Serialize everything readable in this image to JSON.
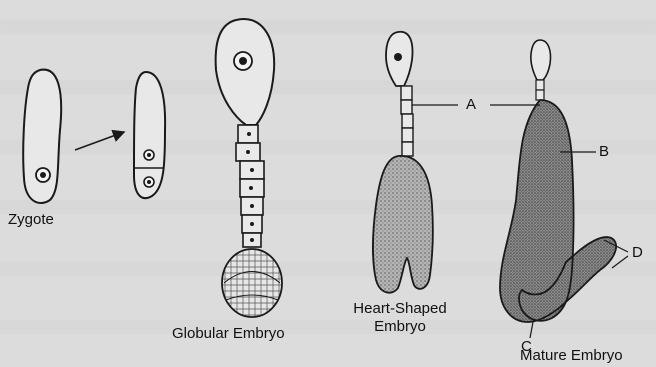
{
  "labels": {
    "zygote": "Zygote",
    "globular": "Globular Embryo",
    "heart_line1": "Heart-Shaped",
    "heart_line2": "Embryo",
    "mature": "Mature Embryo"
  },
  "parts": {
    "a": "A",
    "b": "B",
    "c": "C",
    "d": "D"
  },
  "colors": {
    "background": "#dcdcdc",
    "outline": "#1a1a1a",
    "cell_fill": "#e9e9e9",
    "shade": "#8c8c8c"
  }
}
